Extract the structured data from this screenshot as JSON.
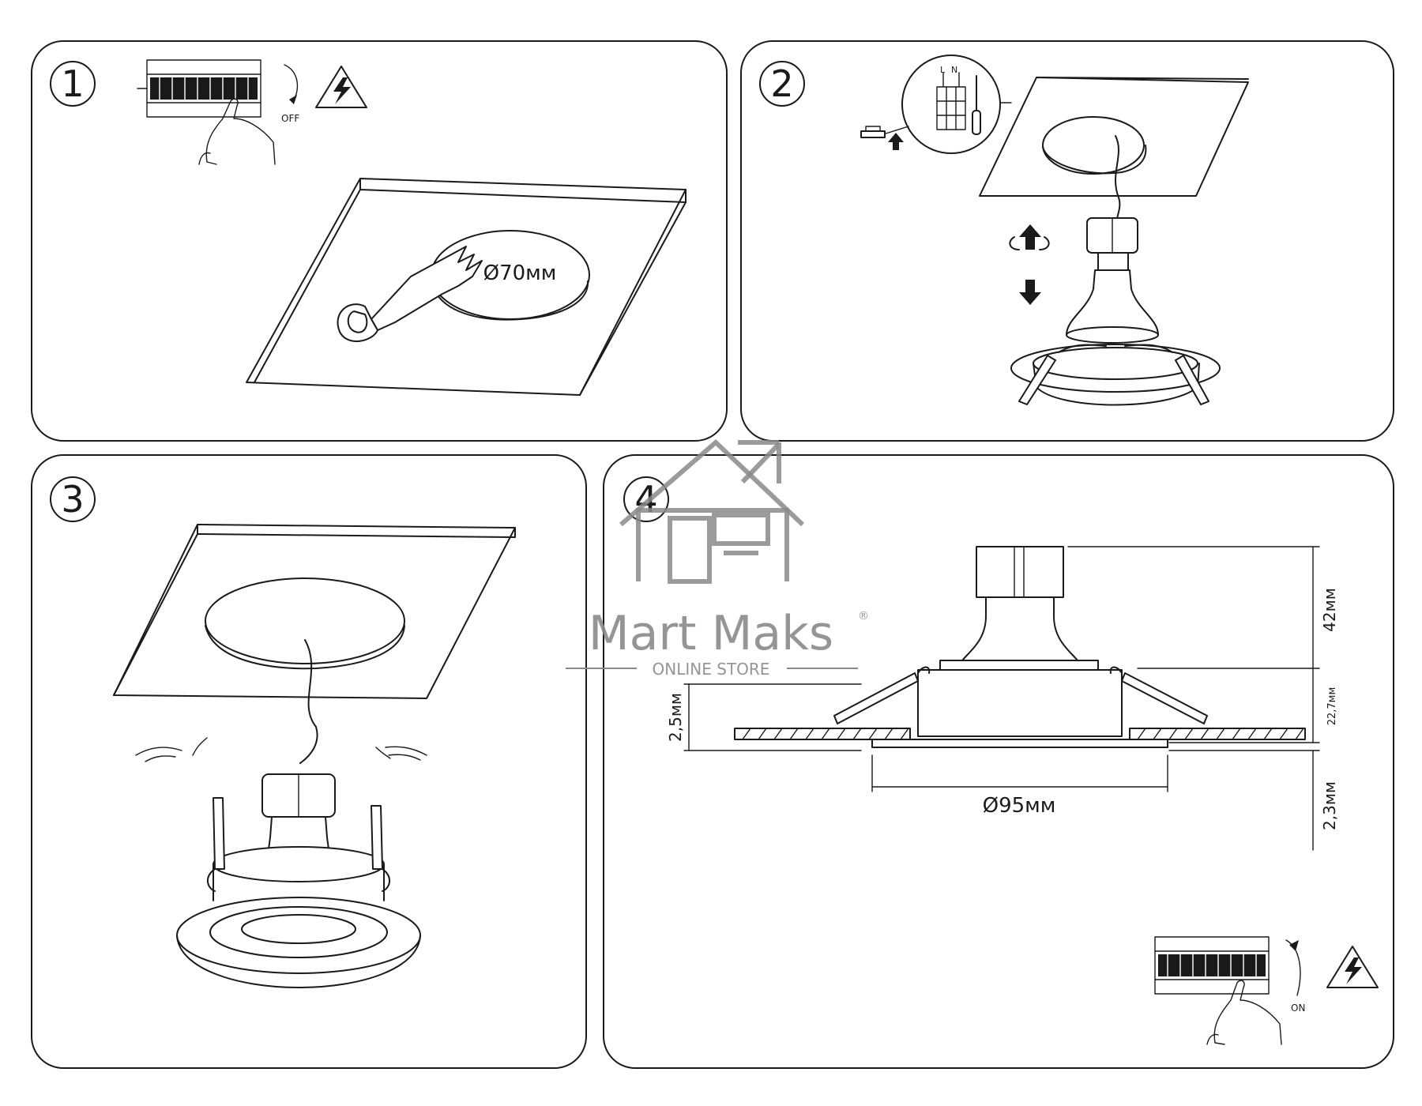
{
  "steps": [
    {
      "number": "1"
    },
    {
      "number": "2"
    },
    {
      "number": "3"
    },
    {
      "number": "4"
    }
  ],
  "labels": {
    "off": "OFF",
    "on": "ON",
    "hole_diameter": "Ø70мм",
    "outer_diameter": "Ø95мм",
    "height_top": "42мм",
    "height_body": "22,7мм",
    "ceiling_thickness": "2,5мм",
    "flange_thickness": "2,3мм",
    "terminal_l": "L",
    "terminal_n": "N"
  },
  "watermark": {
    "brand": "Mart Maks",
    "registered": "®",
    "tagline": "ONLINE STORE"
  },
  "icons": [
    "breaker-panel-icon",
    "hand-icon",
    "high-voltage-warning-icon",
    "saw-icon",
    "screwdriver-icon",
    "terminal-block-icon",
    "arrow-up-icon",
    "arrow-down-icon",
    "rotate-arrow-icon"
  ]
}
